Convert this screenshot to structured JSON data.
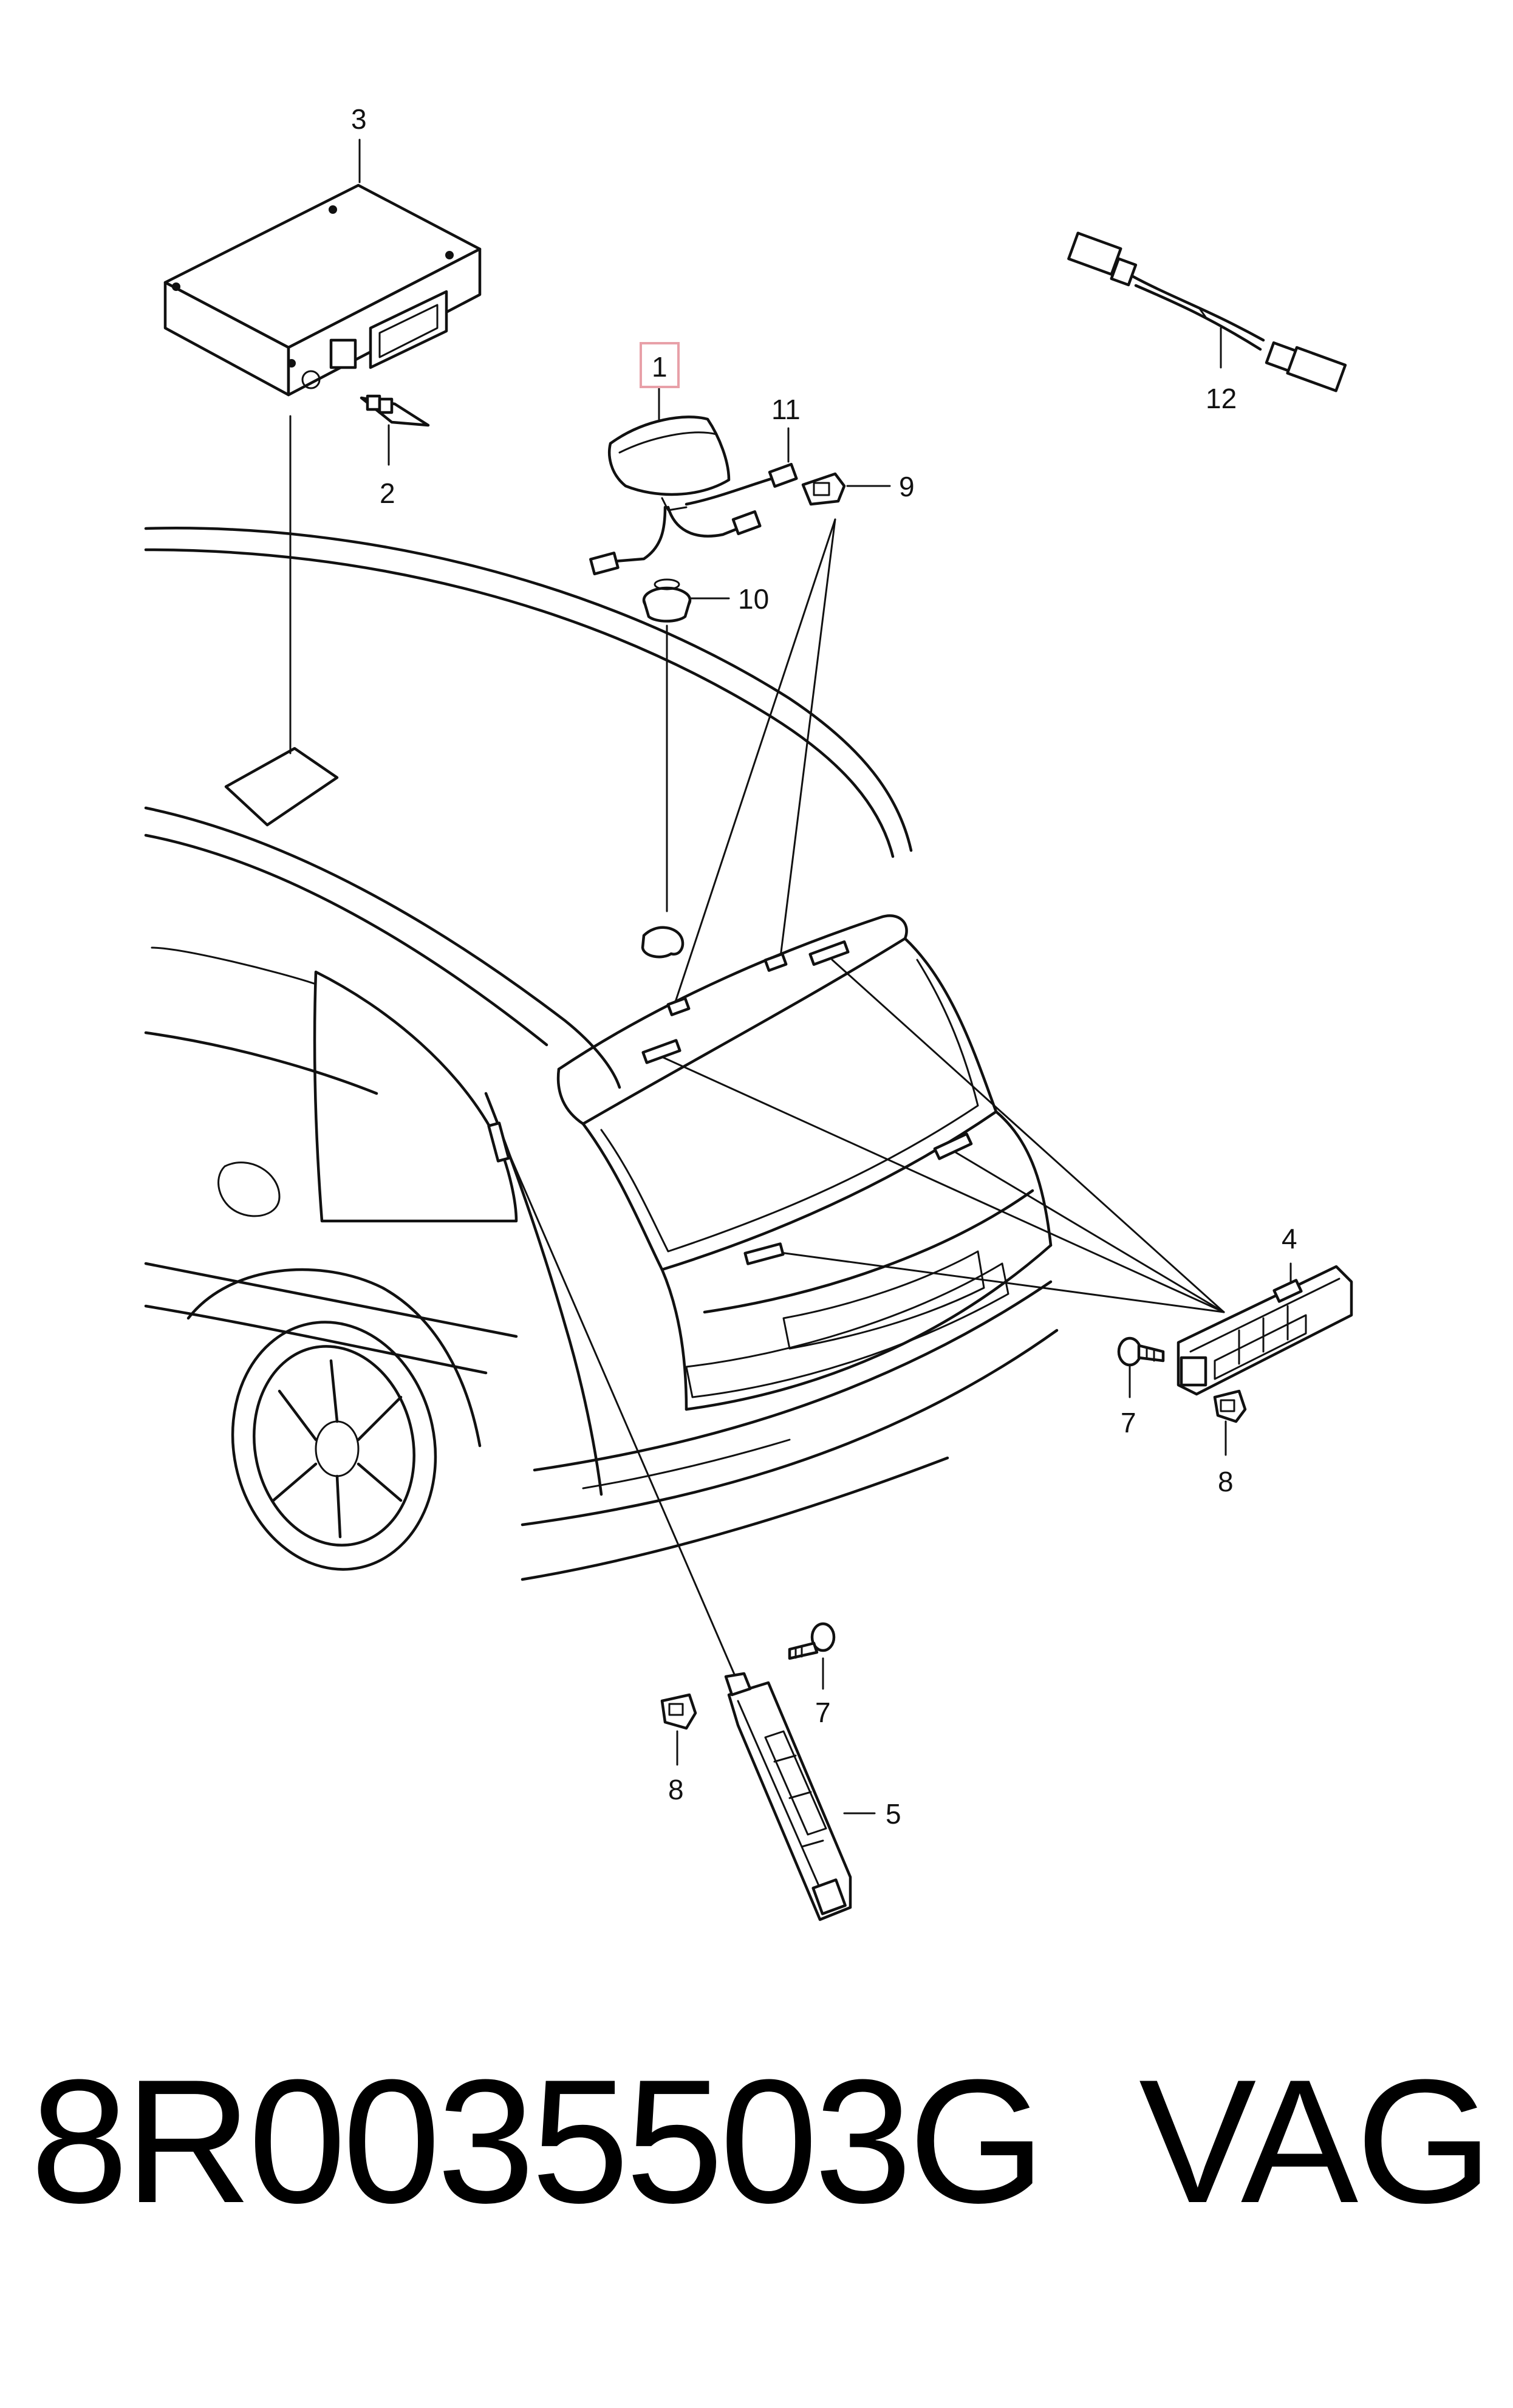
{
  "callouts": {
    "c1": "1",
    "c2": "2",
    "c3": "3",
    "c4": "4",
    "c5": "5",
    "c7a": "7",
    "c7b": "7",
    "c8a": "8",
    "c8b": "8",
    "c9": "9",
    "c10": "10",
    "c11": "11",
    "c12": "12"
  },
  "highlight_color": "#e8a0a8",
  "footer": {
    "part_number": "8R0035503G",
    "brand": "VAG"
  }
}
